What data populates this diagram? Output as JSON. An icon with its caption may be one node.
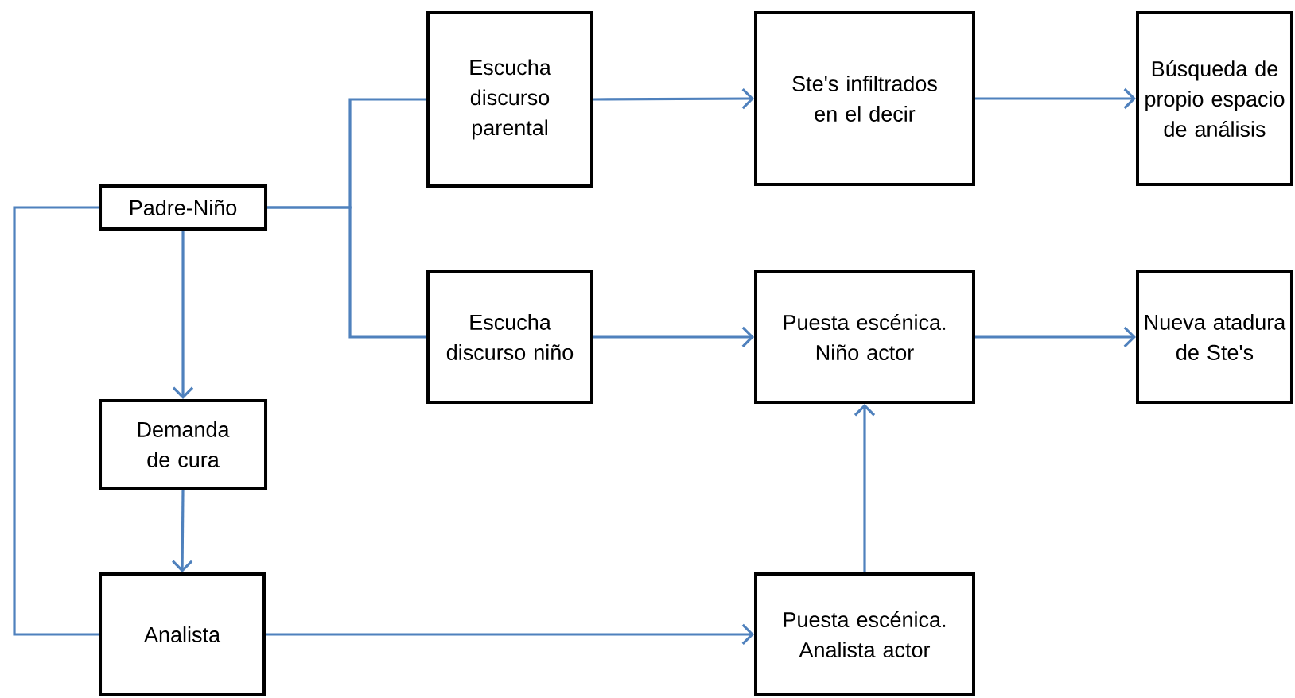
{
  "diagram": {
    "nodes": [
      {
        "text": [
          "Padre-Niño"
        ]
      },
      {
        "text": [
          "Escucha discurso parental"
        ]
      },
      {
        "text": [
          "Ste's infiltrados en el decir"
        ]
      },
      {
        "text": [
          "Búsqueda de propio espacio de análisis"
        ]
      },
      {
        "text": [
          "Escucha discurso niño"
        ]
      },
      {
        "text": [
          "Puesta escénica. Niño actor"
        ]
      },
      {
        "text": [
          "Nueva atadura de Ste's"
        ]
      },
      {
        "text": [
          "Demanda de cura"
        ]
      },
      {
        "text": [
          "Analista"
        ]
      },
      {
        "text": [
          "Puesta escénica. Analista actor"
        ]
      }
    ],
    "edges": [
      {
        "from": 0,
        "to": 1,
        "arrow": "none"
      },
      {
        "from": 0,
        "to": 4,
        "arrow": "none"
      },
      {
        "from": 1,
        "to": 2,
        "arrow": "to"
      },
      {
        "from": 2,
        "to": 3,
        "arrow": "to"
      },
      {
        "from": 4,
        "to": 5,
        "arrow": "to"
      },
      {
        "from": 5,
        "to": 6,
        "arrow": "to"
      },
      {
        "from": 0,
        "to": 7,
        "arrow": "to"
      },
      {
        "from": 7,
        "to": 8,
        "arrow": "to"
      },
      {
        "from": 8,
        "to": 9,
        "arrow": "to"
      },
      {
        "from": 9,
        "to": 5,
        "arrow": "to"
      },
      {
        "from": 8,
        "to": 0,
        "arrow": "none"
      }
    ]
  }
}
